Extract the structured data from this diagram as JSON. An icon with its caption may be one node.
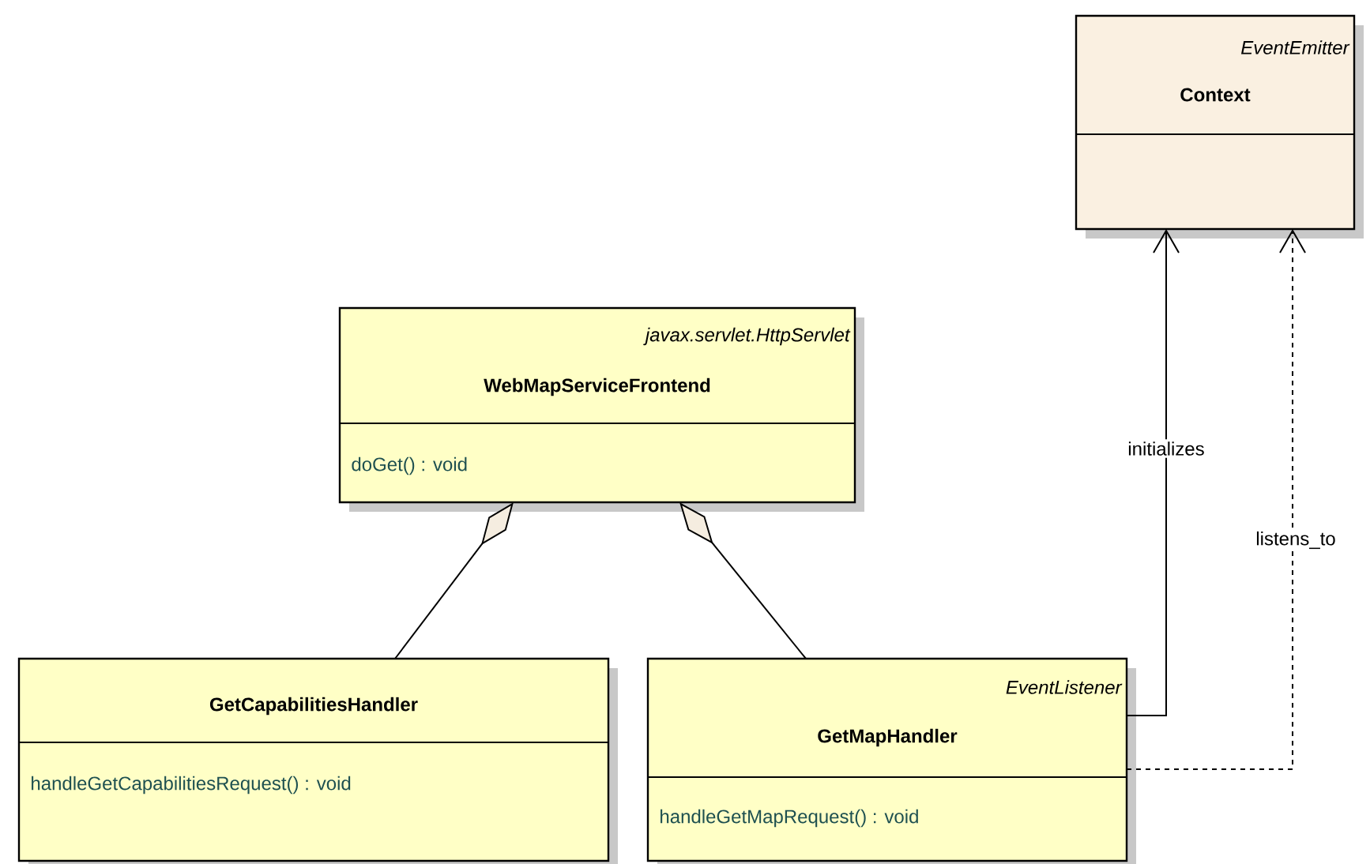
{
  "diagram": {
    "nodes": [
      {
        "text": [
          "EventEmitter",
          "Context"
        ]
      },
      {
        "text": [
          "javax.servlet.HttpServlet",
          "WebMapServiceFrontend",
          "doGet() : void"
        ]
      },
      {
        "text": [
          "GetCapabilitiesHandler",
          "handleGetCapabilitiesRequest() : void"
        ]
      },
      {
        "text": [
          "EventListener",
          "GetMapHandler",
          "handleGetMapRequest() : void"
        ]
      }
    ],
    "edges": [
      {
        "from": 2,
        "to": 1,
        "arrow": "other"
      },
      {
        "from": 3,
        "to": 1,
        "arrow": "other"
      },
      {
        "from": 3,
        "to": 0,
        "arrow": "to",
        "label": "initializes"
      },
      {
        "from": 3,
        "to": 0,
        "arrow": "to",
        "label": "listens_to",
        "style": "dashed"
      }
    ]
  }
}
